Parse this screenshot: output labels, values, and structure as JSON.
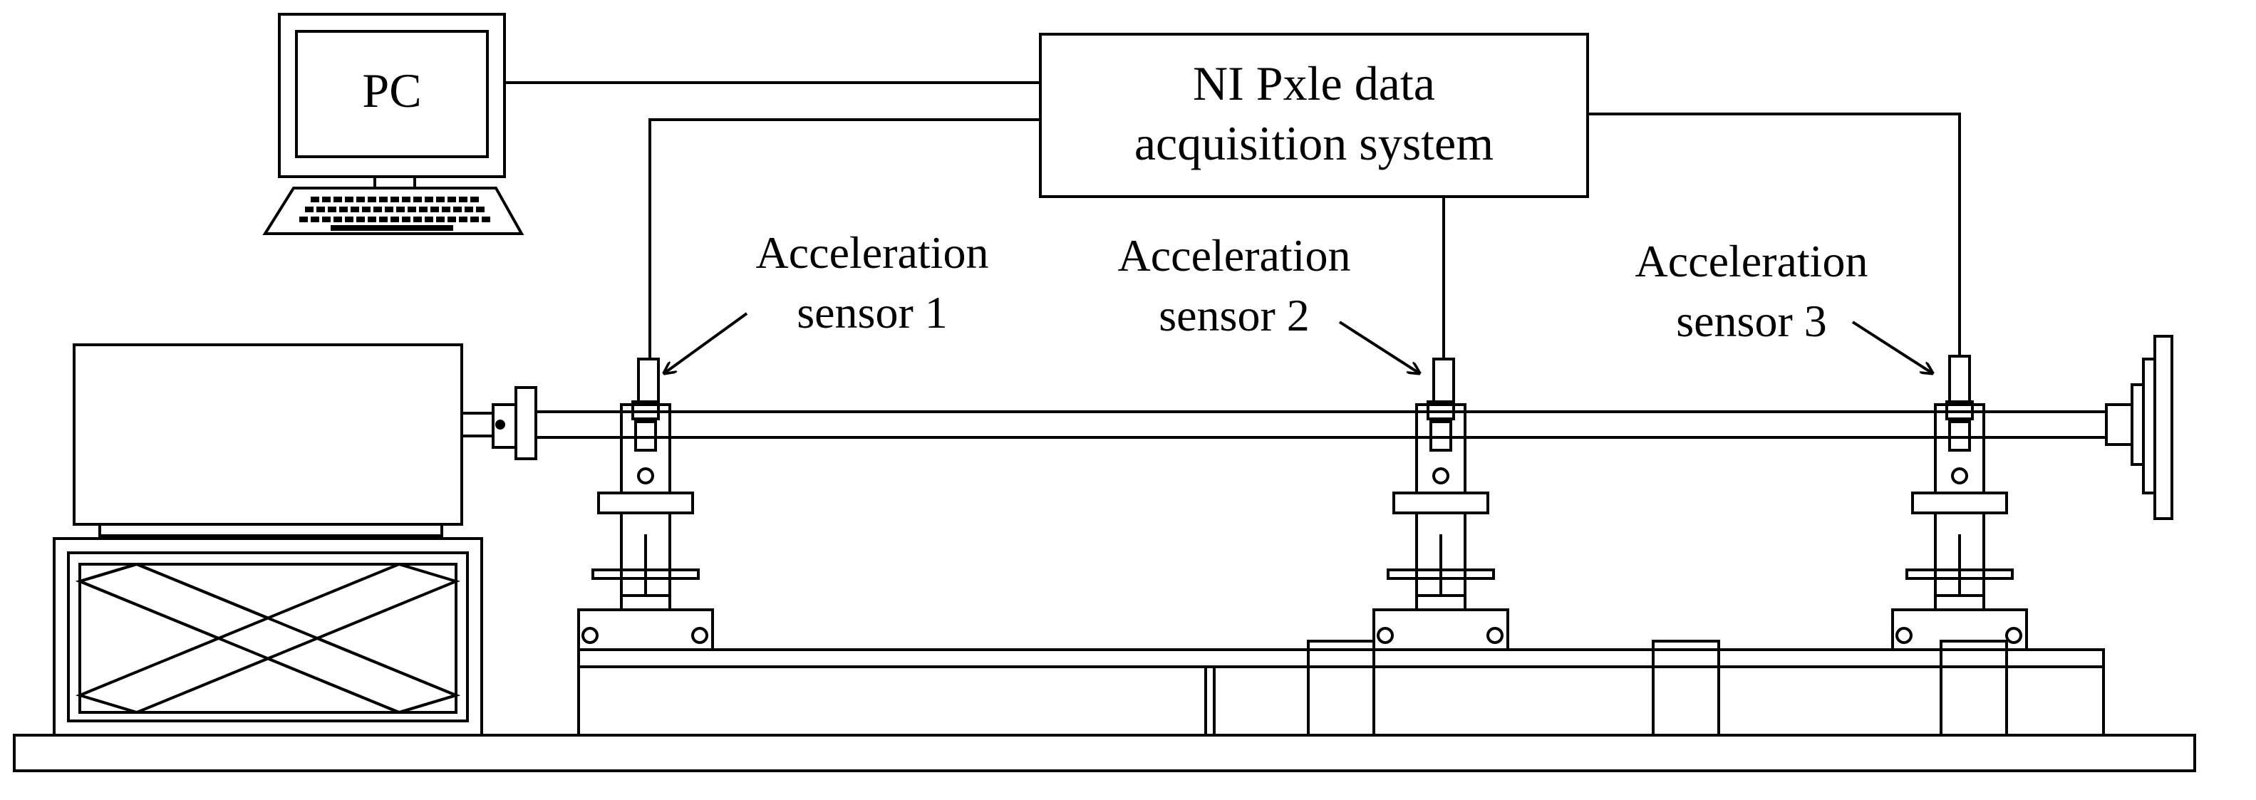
{
  "pc": {
    "label": "PC"
  },
  "daq": {
    "line1": "NI Pxle data",
    "line2": "acquisition system"
  },
  "sensors": [
    {
      "line1": "Acceleration",
      "line2": "sensor 1"
    },
    {
      "line1": "Acceleration",
      "line2": "sensor 2"
    },
    {
      "line1": "Acceleration",
      "line2": "sensor 3"
    }
  ],
  "style": {
    "stroke": "#000000",
    "background": "#ffffff"
  }
}
